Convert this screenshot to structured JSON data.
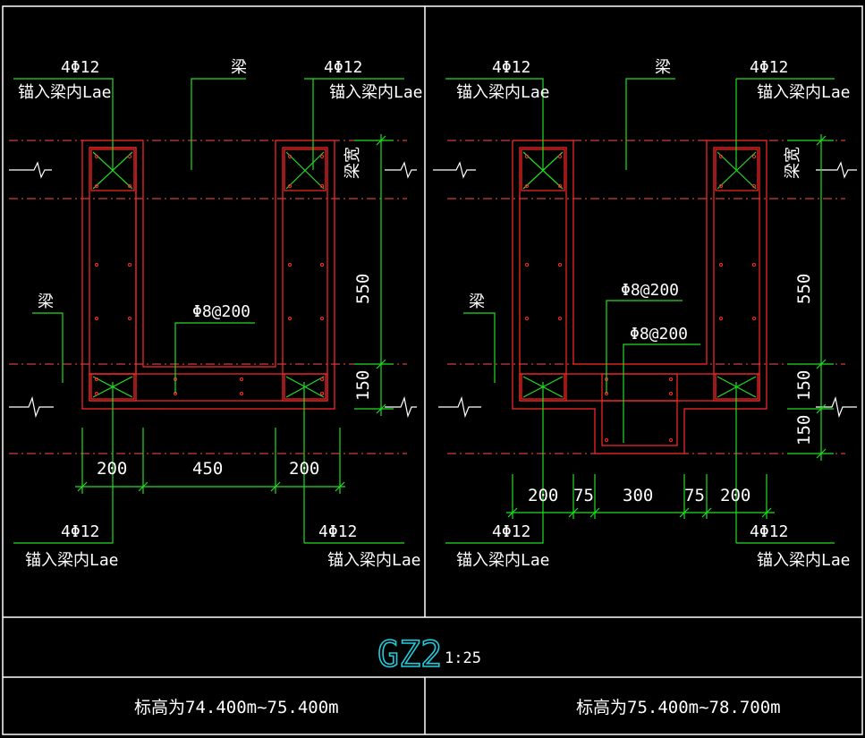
{
  "colors": {
    "background": "#000000",
    "frame": "#ffffff",
    "concrete": "#ff2a2a",
    "axis": "#ff4d4d",
    "leader": "#22dd22",
    "stirrup_x": "#22dd22",
    "title": "#22ccdd",
    "text": "#ffffff"
  },
  "left_panel": {
    "bar_label": "4Φ12",
    "anchor_label": "锚入梁内Lae",
    "beam_label": "梁",
    "beam_width_label": "梁宽",
    "stirrup_label": "Φ8@200",
    "dim_vertical": [
      "550",
      "150"
    ],
    "dim_horizontal": [
      "200",
      "450",
      "200"
    ],
    "elevation_note": "标高为74.400m~75.400m"
  },
  "right_panel": {
    "bar_label": "4Φ12",
    "anchor_label": "锚入梁内Lae",
    "beam_label": "梁",
    "beam_width_label": "梁宽",
    "stirrup_label_1": "Φ8@200",
    "stirrup_label_2": "Φ8@200",
    "dim_vertical": [
      "550",
      "150",
      "150"
    ],
    "dim_horizontal": [
      "200",
      "75",
      "300",
      "75",
      "200"
    ],
    "elevation_note": "标高为75.400m~78.700m"
  },
  "title_block": {
    "title": "GZ2",
    "scale": "1:25"
  }
}
